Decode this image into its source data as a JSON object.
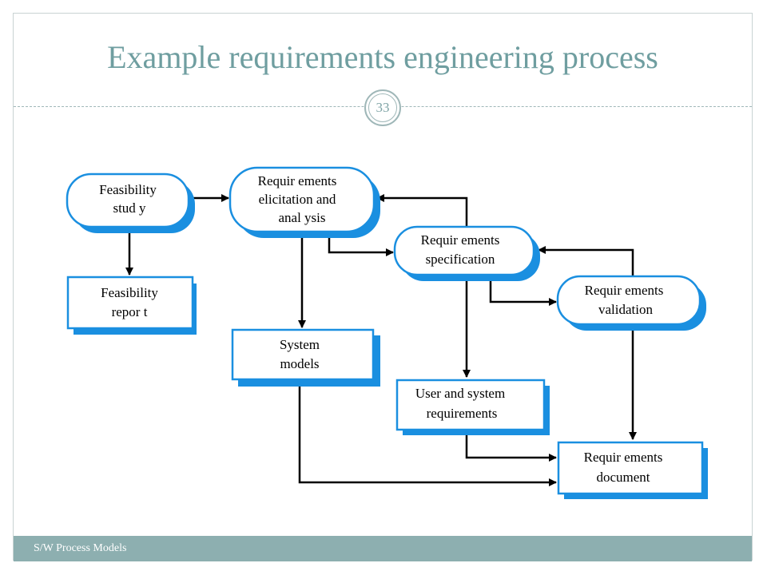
{
  "slide": {
    "title": "Example requirements engineering process",
    "page_number": "33",
    "footer": "S/W Process Models"
  },
  "colors": {
    "title": "#6f9ea0",
    "footer_bar": "#8dafb0",
    "node_border": "#1a8fe0",
    "node_shadow": "#1a8fe0",
    "arrow": "#000000"
  },
  "diagram": {
    "nodes": {
      "feasibility_study": {
        "line1": "Feasibility",
        "line2": "stud y",
        "kind": "activity"
      },
      "elicitation": {
        "line1": "Requir ements",
        "line2": "elicitation and",
        "line3": "anal ysis",
        "kind": "activity"
      },
      "specification": {
        "line1": "Requir ements",
        "line2": "specification",
        "kind": "activity"
      },
      "validation": {
        "line1": "Requir ements",
        "line2": "validation",
        "kind": "activity"
      },
      "feasibility_report": {
        "line1": "Feasibility",
        "line2": "repor t",
        "kind": "document"
      },
      "system_models": {
        "line1": "System",
        "line2": "models",
        "kind": "document"
      },
      "user_system_requirements": {
        "line1": "User and system",
        "line2": "requirements",
        "kind": "document"
      },
      "requirements_document": {
        "line1": "Requir ements",
        "line2": "document",
        "kind": "document"
      }
    },
    "edges": [
      {
        "from": "feasibility_study",
        "to": "elicitation"
      },
      {
        "from": "feasibility_study",
        "to": "feasibility_report"
      },
      {
        "from": "elicitation",
        "to": "specification"
      },
      {
        "from": "elicitation",
        "to": "system_models"
      },
      {
        "from": "specification",
        "to": "elicitation"
      },
      {
        "from": "specification",
        "to": "validation"
      },
      {
        "from": "specification",
        "to": "user_system_requirements"
      },
      {
        "from": "validation",
        "to": "specification"
      },
      {
        "from": "validation",
        "to": "requirements_document"
      },
      {
        "from": "user_system_requirements",
        "to": "requirements_document"
      },
      {
        "from": "system_models",
        "to": "requirements_document"
      }
    ]
  }
}
